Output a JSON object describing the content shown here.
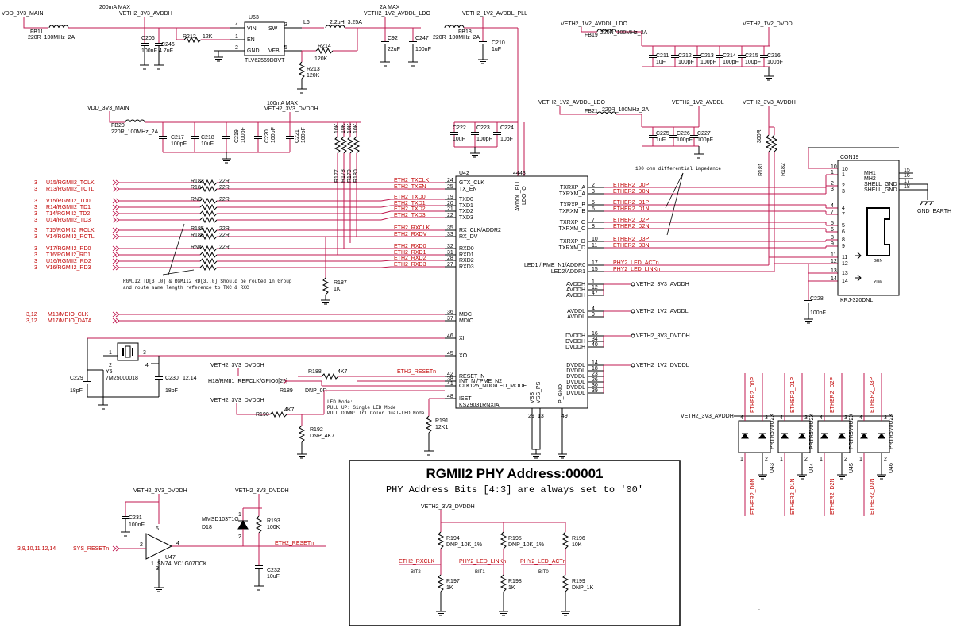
{
  "top": {
    "vdd_main_1": "VDD_3V3_MAIN",
    "fb11": "FB11",
    "fb11_val": "220R_100MHz_2A",
    "avddh_cur": "200mA MAX",
    "avddh_net": "VETH2_3V3_AVDDH",
    "c206": "C206",
    "c206_val": "100nF",
    "c246": "C246",
    "c246_val": "4.7uF",
    "r212": "R212",
    "r212_val": "12K",
    "u63": "U63",
    "u63_part": "TLV62569DBVT",
    "u63_vin": "VIN",
    "u63_en": "EN",
    "u63_gnd": "GND",
    "u63_sw": "SW",
    "u63_vfb": "VFB",
    "u63_p4": "4",
    "u63_p1": "1",
    "u63_p2": "2",
    "u63_p3": "3",
    "u63_p5": "5",
    "l6": "L6",
    "l6_val": "2.2uH_3.25A",
    "r214": "R214",
    "r214_val": "120K",
    "r213": "R213",
    "r213_val": "120K",
    "ldo_cur": "2A MAX",
    "ldo_net": "VETH2_1V2_AVDDL_LDO",
    "c92": "C92",
    "c92_val": "22uF",
    "c247": "C247",
    "c247_val": "100nF",
    "fb18": "FB18",
    "fb18_val": "220R_100MHz_2A",
    "pll_net": "VETH2_1V2_AVDDL_PLL",
    "c210": "C210",
    "c210_val": "1uF",
    "ldo_net2": "VETH2_1V2_AVDDL_LDO",
    "fb19": "FB19",
    "fb19_val": "220R_100MHz_2A",
    "dvddl_net": "VETH2_1V2_DVDDL",
    "c211": "C211",
    "c211_val": "1uF",
    "c212": "C212",
    "c212_val": "100pF",
    "c213": "C213",
    "c213_val": "100pF",
    "c214": "C214",
    "c214_val": "100pF",
    "c215": "C215",
    "c215_val": "100pF",
    "c216": "C216",
    "c216_val": "100pF"
  },
  "row2": {
    "vdd_main_2": "VDD_3V3_MAIN",
    "fb20": "FB20",
    "fb20_val": "220R_100MHz_2A",
    "dvddh_cur": "100mA MAX",
    "dvddh_net": "VETH2_3V3_DVDDH",
    "c217": "C217",
    "c217_val": "100pF",
    "c218": "C218",
    "c218_val": "10uF",
    "c219": "C219",
    "c219_val": "100pF",
    "c220": "C220",
    "c220_val": "100pF",
    "c221": "C221",
    "c221_val": "100pF",
    "c222": "C222",
    "c222_val": "10uF",
    "c223": "C223",
    "c223_val": "100pF",
    "c224": "C224",
    "c224_val": "10pF",
    "ldo_net3": "VETH2_1V2_AVDDL_LDO",
    "fb21": "FB21",
    "fb21_val": "220R_100MHz_2A",
    "avddl_net": "VETH2_1V2_AVDDL",
    "c225": "C225",
    "c225_val": "1uF",
    "c226": "C226",
    "c226_val": "100pF",
    "c227": "C227",
    "c227_val": "100pF",
    "avddh_net2": "VETH2_3V3_AVDDH",
    "pullups": [
      "R177",
      "R178",
      "R179",
      "R180"
    ],
    "pullup_val": "10K",
    "r181": "R181",
    "r181_val": "300R",
    "r182": "R182"
  },
  "rgmii": {
    "inputs": [
      {
        "sheet": "3",
        "name": "U15/RGMII2_TCLK"
      },
      {
        "sheet": "3",
        "name": "R13/RGMII2_TCTL"
      },
      {
        "sheet": "3",
        "name": "V15/RGMII2_TD0"
      },
      {
        "sheet": "3",
        "name": "R14/RGMII2_TD1"
      },
      {
        "sheet": "3",
        "name": "T14/RGMII2_TD2"
      },
      {
        "sheet": "3",
        "name": "U14/RGMII2_TD3"
      },
      {
        "sheet": "3",
        "name": "T15/RGMII2_RCLK"
      },
      {
        "sheet": "3",
        "name": "V14/RGMII2_RCTL"
      },
      {
        "sheet": "3",
        "name": "V17/RGMII2_RD0"
      },
      {
        "sheet": "3",
        "name": "T16/RGMII2_RD1"
      },
      {
        "sheet": "3",
        "name": "U16/RGMII2_RD2"
      },
      {
        "sheet": "3",
        "name": "V16/RGMII2_RD3"
      }
    ],
    "r183": "R183",
    "r184": "R184",
    "rn3": "RN3",
    "r185": "R185",
    "r186": "R186",
    "rn4": "RN4",
    "res_val": "22R",
    "nets": [
      "ETH2_TXCLK",
      "ETH2_TXEN",
      "ETH2_TXD0",
      "ETH2_TXD1",
      "ETH2_TXD2",
      "ETH2_TXD3",
      "ETH2_RXCLK",
      "ETH2_RXDV",
      "ETH2_RXD0",
      "ETH2_RXD1",
      "ETH2_RXD2",
      "ETH2_RXD3"
    ],
    "note1": "RGMII2_TD[3..0] & RGMII2_RD[3..0] Should be routed in Group",
    "note2": "and route same length reference to TXC & RXC",
    "r187": "R187",
    "r187_val": "1K",
    "mdc_sheet": "3,12",
    "mdc": "M18/MDIO_CLK",
    "mdio_sheet": "3,12",
    "mdio": "M17/MDIO_DATA"
  },
  "u42": {
    "ref": "U42",
    "part": "KSZ9031RNXIA",
    "left": [
      {
        "pin": "24",
        "name": "GTX_CLK"
      },
      {
        "pin": "25",
        "name": "TX_EN"
      },
      {
        "pin": "19",
        "name": "TXD0"
      },
      {
        "pin": "20",
        "name": "TXD1"
      },
      {
        "pin": "21",
        "name": "TXD2"
      },
      {
        "pin": "22",
        "name": "TXD3"
      },
      {
        "pin": "35",
        "name": "RX_CLK/ADDR2"
      },
      {
        "pin": "33",
        "name": "RX_DV"
      },
      {
        "pin": "32",
        "name": "RXD0"
      },
      {
        "pin": "31",
        "name": "RXD1"
      },
      {
        "pin": "28",
        "name": "RXD2"
      },
      {
        "pin": "27",
        "name": "RXD3"
      },
      {
        "pin": "36",
        "name": "MDC"
      },
      {
        "pin": "37",
        "name": "MDIO"
      },
      {
        "pin": "46",
        "name": "XI"
      },
      {
        "pin": "45",
        "name": "XO"
      },
      {
        "pin": "42",
        "name": "RESET_N"
      },
      {
        "pin": "38",
        "name": "INT_N / PME_N2"
      },
      {
        "pin": "41",
        "name": "CLK125_NDO/LED_MODE"
      },
      {
        "pin": "48",
        "name": "ISET"
      }
    ],
    "right": [
      {
        "pin": "2",
        "name": "TXRXP_A",
        "net": "ETHER2_D0P"
      },
      {
        "pin": "3",
        "name": "TXRXM_A",
        "net": "ETHER2_D0N"
      },
      {
        "pin": "5",
        "name": "TXRXP_B",
        "net": "ETHER2_D1P"
      },
      {
        "pin": "6",
        "name": "TXRXM_B",
        "net": "ETHER2_D1N"
      },
      {
        "pin": "7",
        "name": "TXRXP_C",
        "net": "ETHER2_D2P"
      },
      {
        "pin": "8",
        "name": "TXRXM_C",
        "net": "ETHER2_D2N"
      },
      {
        "pin": "10",
        "name": "TXRXP_D",
        "net": "ETHER2_D3P"
      },
      {
        "pin": "11",
        "name": "TXRXM_D",
        "net": "ETHER2_D3N"
      },
      {
        "pin": "17",
        "name": "LED1 / PME_N1/ADDR0",
        "net": "PHY2_LED_ACTn"
      },
      {
        "pin": "15",
        "name": "LED2/ADDR1",
        "net": "PHY2_LED_LINKn"
      }
    ],
    "pwr": [
      {
        "pins": [
          "1",
          "12",
          "47"
        ],
        "name": "AVDDH",
        "net": "VETH2_3V3_AVDDH"
      },
      {
        "pins": [
          "4",
          "9"
        ],
        "name": "AVDDL",
        "net": "VETH2_1V2_AVDDL"
      },
      {
        "pins": [
          "16",
          "34",
          "40"
        ],
        "name": "DVDDH",
        "net": "VETH2_3V3_DVDDH"
      },
      {
        "pins": [
          "14",
          "18",
          "23",
          "26",
          "30",
          "39"
        ],
        "name": "DVDDL",
        "net": "VETH2_1V2_DVDDL"
      }
    ],
    "top1": "AVDDL_PLL",
    "top2": "LDO_O",
    "top_p44": "44",
    "top_p43": "43",
    "bot_vss": "VSS",
    "bot_vssps": "VSS_PS",
    "bot_pgnd": "P_GND",
    "bot_p29": "29",
    "bot_p13": "13",
    "bot_p49": "49",
    "diff_note": "100 ohm differential impedance"
  },
  "clock": {
    "y5": "Y5",
    "y5_val": "7M25000018",
    "c229": "C229",
    "c229_val": "18pF",
    "c230": "C230",
    "c230_val": "18pF",
    "x_p1": "1",
    "x_p2": "2",
    "x_p3": "3",
    "x_p4": "4",
    "c230_sheet": "12,14"
  },
  "reset": {
    "dvddh_a": "VETH2_3V3_DVDDH",
    "gpio": "H18/RMII1_REFCLK/GPIO0[29]",
    "r188": "R188",
    "r188_val": "4K7",
    "r189": "R189",
    "r189_val": "DNP_0R",
    "eth_reset": "ETH2_RESETn",
    "dvddh_b": "VETH2_3V3_DVDDH",
    "r190": "R190",
    "r190_val": "4K7",
    "r192": "R192",
    "r192_val": "DNP_4K7",
    "led_mode_1": "LED Mode:",
    "led_mode_2": "PULL UP: Single LED Mode",
    "led_mode_3": "PULL DOWN: Tri Color Dual-LED Mode",
    "r191": "R191",
    "r191_val": "12K1"
  },
  "magnet": {
    "con": "CON19",
    "con_part": "KRJ-320DNL",
    "pins_l": [
      "10",
      "1",
      "2",
      "3",
      "4",
      "7",
      "5",
      "6",
      "8",
      "9",
      "11",
      "12",
      "13",
      "14"
    ],
    "mh1": "MH1",
    "mh2": "MH2",
    "shell1": "SHELL_GND",
    "shell2": "SHELL_GND",
    "p15": "15",
    "p16": "16",
    "p17": "17",
    "p18": "18",
    "gnd_earth": "GND_EARTH",
    "grn": "GRN",
    "ylw": "YLW",
    "c228": "C228",
    "c228_val": "100pF"
  },
  "tvs": {
    "net": "VETH2_3V3_AVDDH",
    "parts": [
      {
        "ref": "U43",
        "part": "PRTR5V0U2X",
        "top": "ETHER2_D0P",
        "bot": "ETHER2_D0N"
      },
      {
        "ref": "U44",
        "part": "PRTR5V0U2X",
        "top": "ETHER2_D1P",
        "bot": "ETHER2_D1N"
      },
      {
        "ref": "U45",
        "part": "PRTR5V0U2X",
        "top": "ETHER2_D2P",
        "bot": "ETHER2_D2N"
      },
      {
        "ref": "U46",
        "part": "PRTR5V0U2X",
        "top": "ETHER2_D3P",
        "bot": "ETHER2_D3N"
      }
    ],
    "p1": "1",
    "p2": "2",
    "p3": "3",
    "p4": "4"
  },
  "sysreset": {
    "dvddh_c": "VETH2_3V3_DVDDH",
    "dvddh_d": "VETH2_3V3_DVDDH",
    "c231": "C231",
    "c231_val": "100nF",
    "d18_part": "MMSD103T1G",
    "d18": "D18",
    "r193": "R193",
    "r193_val": "100K",
    "sheet": "3,9,10,11,12,14",
    "sys_reset": "SYS_RESETn",
    "u47": "U47",
    "u47_part": "SN74LVC1G07DCK",
    "out_net": "ETH2_RESETn",
    "c232": "C232",
    "c232_val": "10uF",
    "p1": "1",
    "p2": "2",
    "p3": "3",
    "p4": "4",
    "p5": "5"
  },
  "addr": {
    "title": "RGMII2 PHY Address:00001",
    "subtitle": "PHY Address Bits [4:3] are always set to '00'",
    "net": "VETH2_3V3_DVDDH",
    "r194": "R194",
    "r194_val": "DNP_10K_1%",
    "r195": "R195",
    "r195_val": "DNP_10K_1%",
    "r196": "R196",
    "r196_val": "10K",
    "n1": "ETH2_RXCLK",
    "n2": "PHY2_LED_LINKn",
    "n3": "PHY2_LED_ACTn",
    "b2": "BIT2",
    "b1": "BIT1",
    "b0": "BIT0",
    "r197": "R197",
    "r197_val": "1K",
    "r198": "R198",
    "r198_val": "1K",
    "r199": "R199",
    "r199_val": "DNP_1K"
  },
  "dot_mark": "."
}
